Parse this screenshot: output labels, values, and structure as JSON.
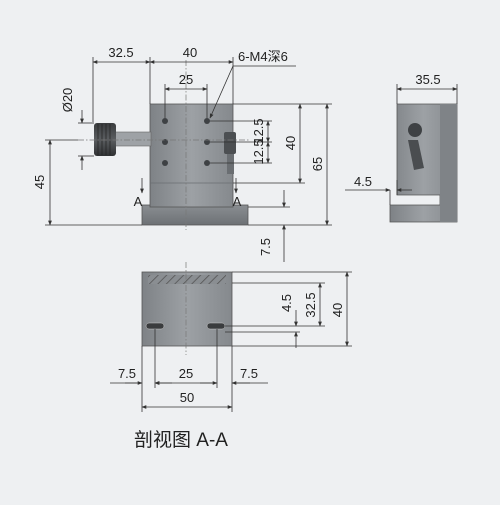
{
  "front_view": {
    "dim_left_offset": "32.5",
    "dim_width": "40",
    "dim_hole_span": "25",
    "dim_hole_label": "6-M4深6",
    "dim_knob_dia": "Ø20",
    "dim_hole_v1": "12.5",
    "dim_hole_v2": "12.5",
    "dim_height_40": "40",
    "dim_height_65": "65",
    "dim_height_45": "45",
    "dim_base": "7.5",
    "section_mark_left": "A",
    "section_mark_right": "A"
  },
  "side_view": {
    "dim_depth": "35.5",
    "dim_offset": "4.5"
  },
  "section_view": {
    "dim_left": "7.5",
    "dim_center": "25",
    "dim_right": "7.5",
    "dim_total": "50",
    "dim_v_small": "4.5",
    "dim_v_mid": "32.5",
    "dim_v_total": "40",
    "caption": "剖视图 A-A"
  },
  "colors": {
    "background": "#eef0f2",
    "part_body": "#8f9397",
    "part_dark": "#5c6064",
    "line": "#333333"
  }
}
